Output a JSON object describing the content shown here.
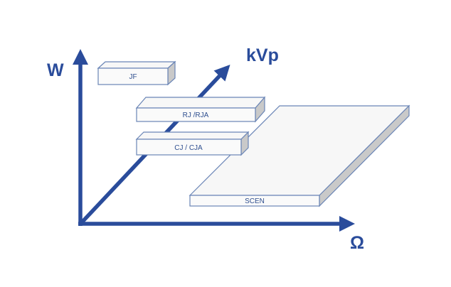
{
  "axes": {
    "vertical": "W",
    "diagonal": "kVp",
    "horizontal": "Ω"
  },
  "boxes": {
    "jf": "JF",
    "rj": "RJ /RJA",
    "cj": "CJ / CJA",
    "scen": "SCEN"
  },
  "colors": {
    "axis": "#2a4c9b",
    "outline": "#6a85b6",
    "side": "#c9c9c9"
  }
}
